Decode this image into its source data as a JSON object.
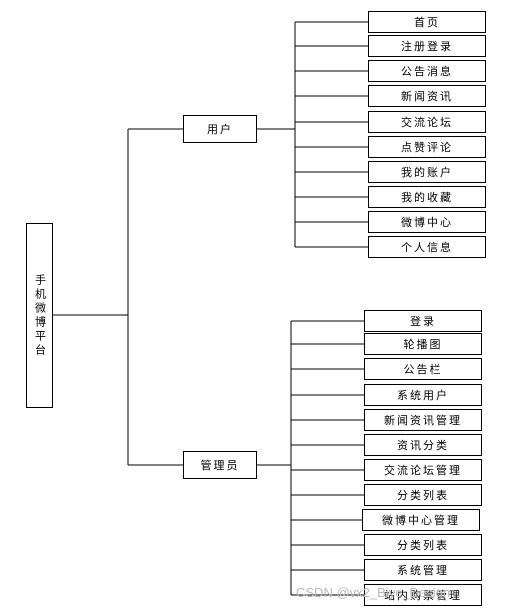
{
  "root": {
    "label": "手机微博平台"
  },
  "branches": [
    {
      "label": "用户",
      "children": [
        "首页",
        "注册登录",
        "公告消息",
        "新闻资讯",
        "交流论坛",
        "点赞评论",
        "我的账户",
        "我的收藏",
        "微博中心",
        "个人信息"
      ]
    },
    {
      "label": "管理员",
      "children": [
        "登录",
        "轮播图",
        "公告栏",
        "系统用户",
        "新闻资讯管理",
        "资讯分类",
        "交流论坛管理",
        "分类列表",
        "微博中心管理",
        "分类列表",
        "系统管理",
        "站内购票管理"
      ]
    }
  ],
  "watermark": "CSDN @vx2_Biye_Design"
}
